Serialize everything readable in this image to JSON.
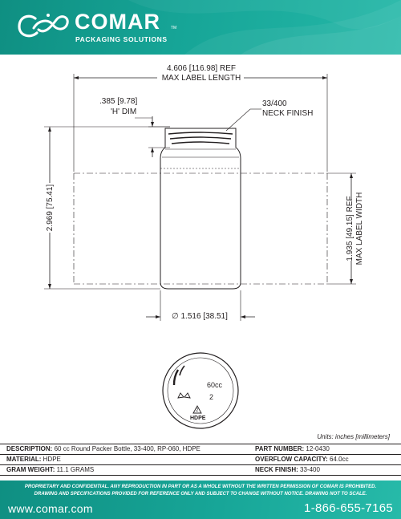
{
  "header": {
    "brand": "COMAR",
    "trademark": "TM",
    "tagline": "PACKAGING SOLUTIONS",
    "colors": {
      "teal_dark": "#0f8f82",
      "teal_light": "#25b8a8"
    }
  },
  "drawing": {
    "label_length_dim": "4.606 [116.98] REF",
    "label_length_caption": "MAX LABEL LENGTH",
    "h_dim_value": ".385 [9.78]",
    "h_dim_caption": "'H' DIM",
    "neck_finish_value": "33/400",
    "neck_finish_caption": "NECK FINISH",
    "height_dim": "2.969 [75.41]",
    "label_width_dim": "1.935 [49.15] REF",
    "label_width_caption": "MAX LABEL WIDTH",
    "diameter_dim": "∅ 1.516 [38.51]",
    "base_capacity": "60cc",
    "base_number": "2",
    "recycle_code": "2",
    "base_material": "HDPE"
  },
  "units_note": "Units: inches [millimeters]",
  "specs": {
    "description_label": "DESCRIPTION:",
    "description_value": "60 cc Round Packer Bottle, 33-400, RP-060, HDPE",
    "part_number_label": "PART NUMBER:",
    "part_number_value": "12-0430",
    "material_label": "MATERIAL:",
    "material_value": "HDPE",
    "overflow_label": "OVERFLOW CAPACITY:",
    "overflow_value": "64.0cc",
    "gram_weight_label": "GRAM WEIGHT:",
    "gram_weight_value": "11.1 GRAMS",
    "neck_finish_label": "NECK FINISH:",
    "neck_finish_value": "33-400"
  },
  "footer": {
    "disclaimer_line1": "PROPRIETARY AND CONFIDENTIAL. ANY REPRODUCTION IN PART OR AS A WHOLE WITHOUT THE WRITTEN PERMISSION OF COMAR IS PROHIBITED.",
    "disclaimer_line2": "DRAWING AND SPECIFICATIONS PROVIDED FOR REFERENCE ONLY AND SUBJECT TO CHANGE WITHOUT NOTICE. DRAWING NOT TO SCALE.",
    "website": "www.comar.com",
    "phone": "1-866-655-7165"
  }
}
